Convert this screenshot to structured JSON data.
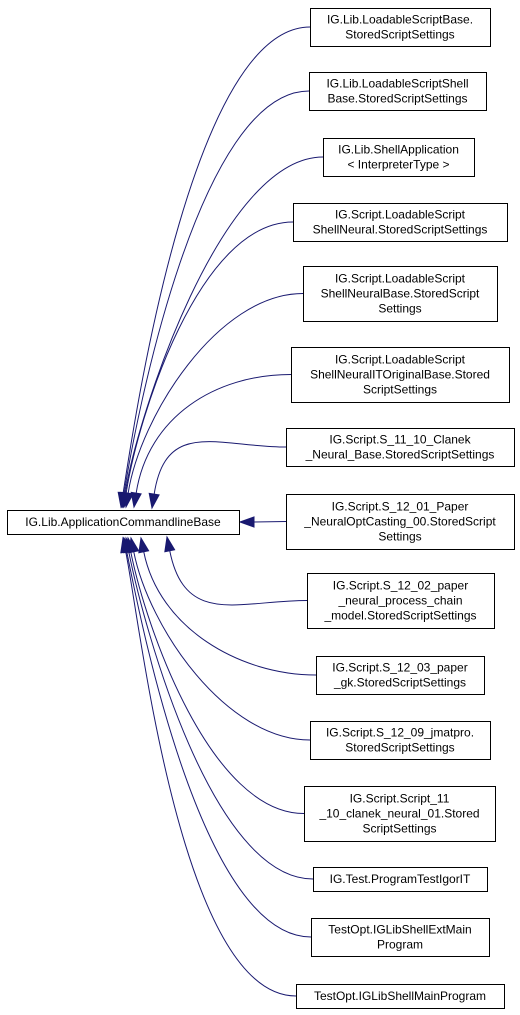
{
  "base": {
    "label": [
      "IG.Lib.ApplicationCommandlineBase"
    ]
  },
  "derived": [
    {
      "label": [
        "IG.Lib.LoadableScriptBase.",
        "StoredScriptSettings"
      ]
    },
    {
      "label": [
        "IG.Lib.LoadableScriptShell",
        "Base.StoredScriptSettings"
      ]
    },
    {
      "label": [
        "IG.Lib.ShellApplication",
        "< InterpreterType >"
      ]
    },
    {
      "label": [
        "IG.Script.LoadableScript",
        "ShellNeural.StoredScriptSettings"
      ]
    },
    {
      "label": [
        "IG.Script.LoadableScript",
        "ShellNeuralBase.StoredScript",
        "Settings"
      ]
    },
    {
      "label": [
        "IG.Script.LoadableScript",
        "ShellNeuralITOriginalBase.Stored",
        "ScriptSettings"
      ]
    },
    {
      "label": [
        "IG.Script.S_11_10_Clanek",
        "_Neural_Base.StoredScriptSettings"
      ]
    },
    {
      "label": [
        "IG.Script.S_12_01_Paper",
        "_NeuralOptCasting_00.StoredScript",
        "Settings"
      ]
    },
    {
      "label": [
        "IG.Script.S_12_02_paper",
        "_neural_process_chain",
        "_model.StoredScriptSettings"
      ]
    },
    {
      "label": [
        "IG.Script.S_12_03_paper",
        "_gk.StoredScriptSettings"
      ]
    },
    {
      "label": [
        "IG.Script.S_12_09_jmatpro.",
        "StoredScriptSettings"
      ]
    },
    {
      "label": [
        "IG.Script.Script_11",
        "_10_clanek_neural_01.Stored",
        "ScriptSettings"
      ]
    },
    {
      "label": [
        "IG.Test.ProgramTestIgorIT"
      ]
    },
    {
      "label": [
        "TestOpt.IGLibShellExtMain",
        "Program"
      ]
    },
    {
      "label": [
        "TestOpt.IGLibShellMainProgram"
      ]
    }
  ],
  "colors": {
    "edge": "#191970",
    "node_border": "#000000",
    "node_fill": "#ffffff"
  }
}
